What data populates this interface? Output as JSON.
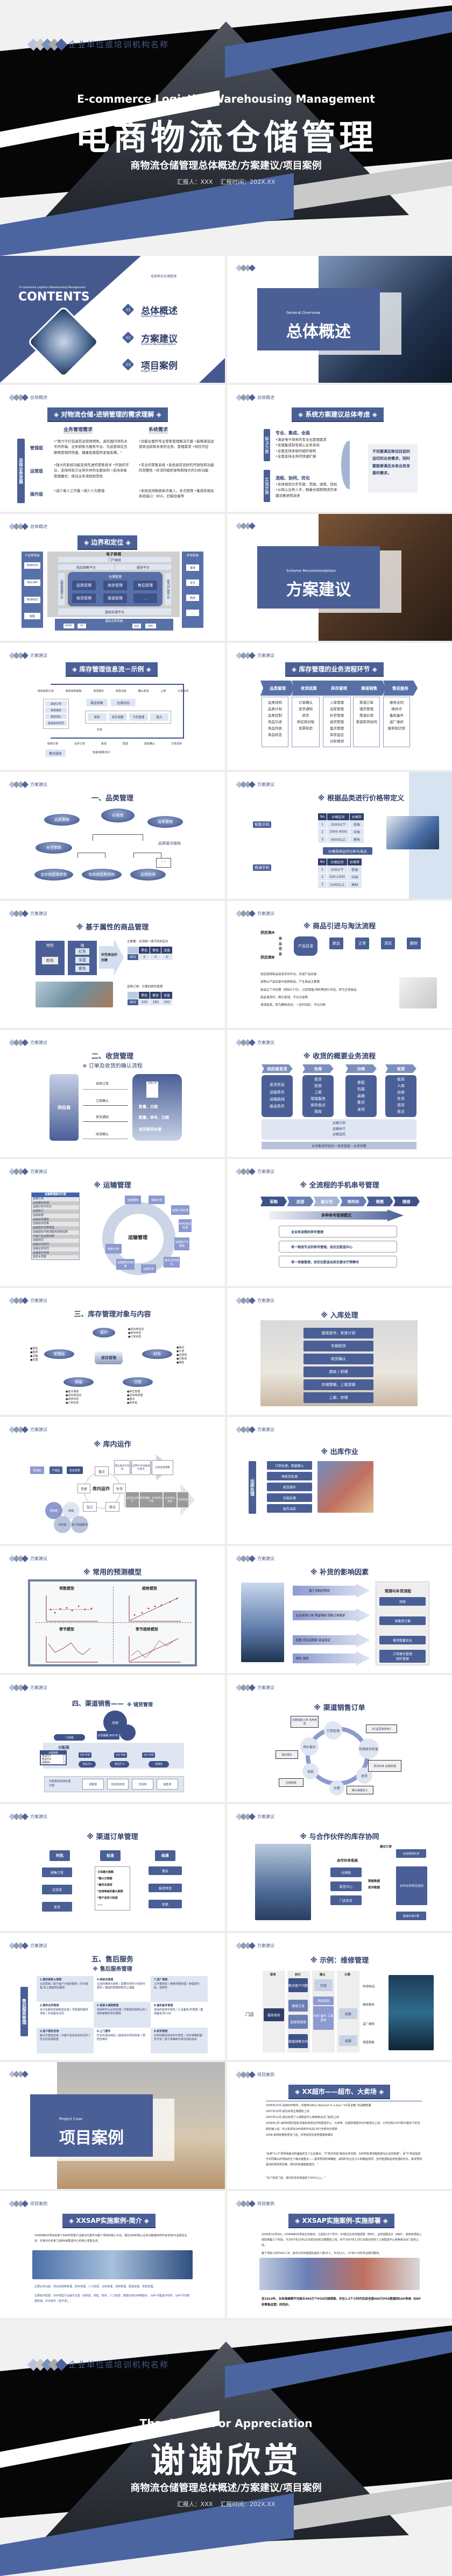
{
  "cover": {
    "org_name": "企业单位或培训机构名称",
    "title_en": "E-commerce Logistics Warehousing Management",
    "title_zh": "电商物流仓储管理",
    "subtitle": "商物流仓储管理总体概述/方案建议/项目案例",
    "reporter": "汇报人：XXX",
    "report_time": "汇报时间：202X.XX"
  },
  "colors": {
    "accent": "#4a65a0",
    "dark": "#2f3f6a",
    "light": "#dfe6f2"
  },
  "contents": {
    "en": "E-commerce Logistics Warehousing Management",
    "title": "CONTENTS",
    "tag": "电商物流仓储管理",
    "items": [
      {
        "num": "01",
        "zh": "总体概述",
        "en": "General Overview"
      },
      {
        "num": "02",
        "zh": "方案建议",
        "en": "Scheme Recommendation"
      },
      {
        "num": "03",
        "zh": "项目案例",
        "en": "Project Case"
      }
    ]
  },
  "section1": {
    "en": "General Overview",
    "zh": "总体概述"
  },
  "section2": {
    "en": "Scheme Recommendation",
    "zh": "方案建议"
  },
  "section3": {
    "en": "Project Case",
    "zh": "项目案例"
  },
  "hdr": {
    "s1": "总体概述",
    "s2": "方案建议",
    "s3": "项目案例"
  },
  "needs": {
    "banner": "◈ 对物流仓储-进销管理的需求理解 ◈",
    "col1": "业务管理需求",
    "col2": "系统需求",
    "side": "总体业务发展",
    "rows": [
      {
        "layer": "管理层",
        "biz": "•\"致力于打造具有运营商特色、具有国内领先水平的终端、业务销售与服务平台，为运营商在互联网营销的快速、健康发展提供坚强支撑。\"",
        "sys": "•功能全面的专业零售管理解决方案 •能够满足运营商当前和未来的业务、管理需求 •风险可控"
      },
      {
        "layer": "运营层",
        "biz": "•强大的系统功能支持先进的零售技术 •开放的平台，支持同各方业务伙伴的全面协同 •支持多级管理模式，保证业务流程规范性",
        "sys": "•专业的零售系统 •系统具有良好的开放性和功能的完整性 •灵活的组织架构和强大的分析功能"
      },
      {
        "layer": "操作层",
        "biz": "•减少录入工作量 •减少人为差错",
        "sys": "•系统支持数据单点录入，多点使用 •集成各相关系统接口：BSS、扫描设备等"
      }
    ]
  },
  "consider": {
    "banner": "◈ 系统方案建议总体考虑 ◈",
    "solution_label": "解决方案",
    "solution_head": "专业、集成、全面",
    "solution_items": [
      "•满足电子商务的专业化管理需求",
      "•无缝集成现有核心业务系统",
      "•全面支持多级的组织架构",
      "•全面支持业务的快速扩展"
    ],
    "steps_label": "实施步骤",
    "steps_head": "流程、协同、优化",
    "steps_items": [
      "•总体规划分步实施：范围、进度、目标",
      "•从核心业务入手，随着仓储和物流实体建设推进而演进"
    ],
    "note": "不但要满足移动目前的迫切的业务需求，同时要能够满足未来业务发展的需求。"
  },
  "boundary": {
    "banner": "◈ 边界和定位 ◈",
    "it_title": "IT支撑系统",
    "it_items": [
      "NGBOSS",
      "NGCRM",
      "NGBASS",
      "客服"
    ],
    "ext_title": "外部系统",
    "ext_items": [
      "渠道",
      "支付",
      "物流",
      "…"
    ],
    "mall": "电子商城",
    "portal": "门户展现",
    "sales_platform": "商品销售平台",
    "service_platform": "服务平台",
    "ops_platform": "运营管理平台",
    "open_platform": "能力开放平台",
    "warehouse": "仓储管理",
    "modules": [
      "品类管理",
      "库存管理",
      "售后管理",
      "收货管理",
      "渠道管理",
      "…"
    ],
    "base_platform": "基础支撑平台",
    "base_system": "基础支撑系统",
    "base_items": [
      "BOMC",
      "4A",
      "短信",
      "邮件"
    ]
  },
  "infoflow": {
    "banner": "◈ 库存管理信息流－示例 ◈",
    "top_nodes": [
      "收到采购订单",
      "收到采购通知",
      "收货报价",
      "到货点收",
      "确认收货",
      "上架",
      "订单关闭"
    ],
    "mid_boxes": [
      "渠道销售",
      "仓储动态"
    ],
    "ops": [
      "移库",
      "库存调整",
      "子库管理",
      "盘点"
    ],
    "left_boxes": [
      "渠道订单",
      "渠道铺货",
      "渠道调价",
      "渠道库存协同"
    ],
    "bottom_nodes": [
      "收到订单",
      "合并订单",
      "拣货",
      "配送",
      "签收确认",
      "订单关闭"
    ],
    "extra": [
      "补货",
      "包装/组装/加工"
    ],
    "after_sale": "售后服务"
  },
  "bizflow": {
    "banner": "◈ 库存管理的业务流程环节 ◈",
    "stages": [
      {
        "name": "品类管理",
        "items": [
          "品类结构",
          "品类计划",
          "品类控制",
          "商品引进",
          "商品列表",
          "商品状态"
        ]
      },
      {
        "name": "收货结算",
        "items": [
          "订单确认",
          "发货通知",
          "收货",
          "供应商对账",
          "发票校验"
        ]
      },
      {
        "name": "库存管理",
        "items": [
          "入库管理",
          "出库管理",
          "补货管理",
          "退货管理",
          "盘点管理",
          "库存监控",
          "分析预测"
        ]
      },
      {
        "name": "渠道销售",
        "items": [
          "渠道订单",
          "铺货管理",
          "渠道价保",
          "渠道库存协同"
        ]
      },
      {
        "name": "售后服务",
        "items": [
          "服务合同",
          "维修点",
          "备机备件",
          "返厂维修",
          "服务知识库"
        ]
      }
    ]
  },
  "category": {
    "title": "一、品类管理",
    "nodes": [
      "价格带",
      "品类策略",
      "竞争策略",
      "补货参数",
      "定价和促销参数",
      "有效商品数限制",
      "品类权限"
    ],
    "label": "品类层次结构"
  },
  "priceband": {
    "title": "※ 根据品类进行价格带定义",
    "smart": "智能手机",
    "normal": "普通手机",
    "middle": "价格带商品的分析与淘汰",
    "headers": [
      "No",
      "价格区间",
      "价格带"
    ],
    "smart_rows": [
      [
        "1",
        "3000以下",
        "低端"
      ],
      [
        "2",
        "3000-4000",
        "中档"
      ],
      [
        "3",
        "4000以上",
        "高档"
      ]
    ],
    "normal_rows": [
      [
        "1",
        "200以下",
        "低端"
      ],
      [
        "2",
        "200-1000",
        "中档"
      ],
      [
        "3",
        "1000以上",
        "高档"
      ]
    ]
  },
  "attr": {
    "title": "※ 基于属性的商品管理",
    "attr_head": "特性",
    "val_head": "值",
    "attr": "颜色",
    "vals": [
      "红色",
      "深蓝",
      "紫色"
    ],
    "arrow": "共性商品的创建",
    "master_label": "主数据：支持统一或不同的定价",
    "order_label": "采购订单：方便的颜色管理",
    "cols": [
      "黑色",
      "紫色",
      "深蓝"
    ],
    "sku": "N91",
    "master_vals": [
      "X",
      "X",
      "X"
    ],
    "order_vals": [
      "200",
      "180",
      "300"
    ]
  },
  "intro": {
    "title": "※ 商品引进与淘汰流程",
    "supA": "供应商A",
    "supB": "供应商B",
    "vert": "商品信息",
    "stages": [
      {
        "n": "1",
        "l": "产品目录"
      },
      {
        "n": "2",
        "l": "新品"
      },
      {
        "n": "3",
        "l": "正常"
      },
      {
        "n": "4",
        "l": "清货"
      },
      {
        "n": "5",
        "l": "删除"
      }
    ],
    "bullets": [
      "供应商将新品信息传到平台，形成产品目录",
      "采购从产品目录中选择商品，产生商品主数据",
      "新品过了评估期（例如3个月），对其销售/净利等进行评估，转为正常商品",
      "商品清货时，降价促销，不允许采购",
      "清货结束，转为删除状态；一定时间后，可以归档"
    ]
  },
  "receive": {
    "title": "二、收货管理",
    "subtitle": "※ 订单及收货的确认流程",
    "supplier": "供应商",
    "flows": [
      "采购订单",
      "订单确认",
      "发货通知",
      "收货确认"
    ],
    "doc": "采购订单",
    "details": [
      "数量，日期",
      "数量，串号，日期",
      "收货差异处理"
    ]
  },
  "recflow": {
    "title": "※ 收货的概要业务流程",
    "stages": [
      {
        "name": "供应商发货",
        "items": [
          "发货信息",
          "运输条件",
          "运输路线",
          "装运条件"
        ]
      },
      {
        "name": "仓库",
        "items": [
          "收货",
          "验收",
          "上架",
          "增值服务",
          "库存盘点",
          "倒库"
        ]
      },
      {
        "name": "分库",
        "items": [
          "拣配",
          "包装",
          "装箱",
          "集货",
          "发货"
        ]
      },
      {
        "name": "收货",
        "items": [
          "收货",
          "入库",
          "出库",
          "补货",
          "退货",
          "盘点"
        ]
      }
    ],
    "transport": [
      "运输计划",
      "运输执行",
      "运输监控"
    ],
    "footer": "业务集成和协同－商务智能－业务预警"
  },
  "transport": {
    "title": "※ 运输管理",
    "list_head": "运输管理解决方案",
    "list": [
      "运输计划",
      "运输路线管理",
      "运输计划与优化",
      "运输执行",
      "运输单据",
      "运输状态跟踪",
      "运输成本结算",
      "运输成本估算模型",
      "运输招标与物流服务费用成算",
      "与客户的运费结算",
      "运输协同",
      "运输计划协同",
      "运输业务协同",
      "运输事件管理",
      "监控＆预警"
    ],
    "center": "运输管理",
    "ring": [
      "运输通知",
      "运输计划",
      "运输计划处理",
      "WMS拣运处理",
      "运输执行与跟踪",
      "海关/对外报关",
      "运输成本",
      "运输服务商结算",
      "报表/分析"
    ]
  },
  "serial": {
    "title": "※ 全流程的手机串号管理",
    "chain": [
      "采购",
      "总部",
      "省公司",
      "地市办",
      "销售",
      "维修"
    ],
    "arrow": "多种串号管理模式",
    "modes": [
      "全业务流程的串号管理",
      "单一物流节点的串号管理，如仅在配送中心",
      "单一单据管理，如仅在配送出库及营业厅销售时"
    ]
  },
  "inventory": {
    "title": "三、库存管理对象与内容",
    "center": "库存管理",
    "nodes": [
      {
        "name": "客户",
        "items": [
          "●进出库信息",
          "●库存状态",
          "●订单状态"
        ]
      },
      {
        "name": "管理层",
        "items": [
          "●管控",
          "●报表",
          "●决策",
          "●发展"
        ]
      },
      {
        "name": "财务",
        "items": [
          "●盘点",
          "●计费",
          "●应收单",
          "●付款单",
          "●帐龄"
        ]
      },
      {
        "name": "客服",
        "items": [
          "●指令接收",
          "●进出库信息",
          "●库存状态",
          "●订单状态"
        ]
      },
      {
        "name": "仓管",
        "items": [
          "●库位管理",
          "●进出库管理",
          "●盘点",
          "●条形码"
        ]
      }
    ]
  },
  "inbound": {
    "title": "※ 入库处理",
    "steps": [
      "接收指令，安排计划",
      "车辆到货",
      "收货确认",
      "越库 / 转储",
      "存储策略，上架逻辑",
      "上架，存储"
    ]
  },
  "inops": {
    "title": "※ 库内运作",
    "chain": [
      "原消耗",
      "产成品",
      "信息变更"
    ],
    "center": "库内运作",
    "ring": [
      "盘点",
      "补货",
      "移仓",
      "加工",
      "变更"
    ],
    "arrow1": [
      "建立盘点计划表",
      "应用RFID设备进行盘点",
      "信息反馈调整"
    ],
    "arrow2": [
      "设定安全库存",
      "库存报警，补货/移仓计划",
      "补货/移仓操作",
      "信息反馈"
    ],
    "circles": [
      "预装配",
      "组装",
      "改包装",
      "其它增值服务"
    ]
  },
  "outbound": {
    "title": "※ 出库作业",
    "side": "出库处理",
    "steps": [
      "订单处理，数据输入",
      "预拣货处理",
      "拣货操作",
      "包装处理",
      "装车出库"
    ]
  },
  "forecast": {
    "title": "※ 常用的预测模型",
    "models": [
      "常数模型",
      "趋势模型",
      "季节模型",
      "季节趋势模型"
    ],
    "ylabel": "消耗量",
    "xlabel": "时间"
  },
  "replenish": {
    "title": "※ 补货的影响因素",
    "arrows": [
      "基于消耗的预测",
      "在途采购订单  预留限制  销售订单需求",
      "取整      供应商限制      资金锁定",
      "例外                     审批"
    ],
    "flow_title": "预测与补货流程",
    "flow": [
      "预测",
      "净需求计算",
      "需求数量优化",
      "订单建议管理",
      "例外管理"
    ]
  },
  "channel": {
    "title": "四、渠道销售——",
    "subtitle": "※ 铺货管理",
    "hq": "总部",
    "plan": "计划铺量 600 PC",
    "store_group": "门店组",
    "table": "分配表",
    "rule_head": "分配规则",
    "rules": [
      [
        "营业厅A",
        "2"
      ],
      [
        "营业厅B",
        "1"
      ],
      [
        "经销商C",
        "3"
      ]
    ],
    "alloc": [
      "200 手机",
      "100 手机",
      "300 手机"
    ],
    "targets": [
      "营业厅A",
      "营业厅 B",
      "经销商"
    ],
    "doc_label": "分配表的后续处理文档",
    "docs": [
      "调拨单",
      "供应商定单",
      "交货单",
      "销售单"
    ]
  },
  "salesorder": {
    "title": "※ 渠道销售订单",
    "ring": [
      "订单处理",
      "可用库存检查",
      "发货",
      "开票",
      "收款",
      "询价报价"
    ],
    "callouts": [
      "创建销售订单 信用检查",
      "DC是否有库存?",
      "发货出库 运输管理",
      "确认销售收入",
      "应收账款",
      "询价报价"
    ]
  },
  "ordermgmt": {
    "title": "※ 渠道订单管理",
    "heads": [
      "时机",
      "标准",
      "结果"
    ],
    "timing": [
      "销售订单",
      "交货单",
      "发货"
    ],
    "criteria": [
      "订单最大限额",
      "*最大欠款额",
      "*最早未清项",
      "*信用等级的最大期限",
      "*客户自定义检查",
      "……"
    ],
    "results": [
      "警告",
      "报请审批",
      "拒绝"
    ]
  },
  "partner": {
    "title": "※ 与合作伙伴的库存协同",
    "sys": "合作伙伴系统",
    "nodes": [
      "分销商",
      "配送中心",
      "门店库存"
    ],
    "data": [
      "销售数据",
      "库存数据"
    ],
    "center": "合作伙伴库存协同",
    "top": "自动预测补货",
    "top_label": "建议订单",
    "bottom": "渠道价保计算"
  },
  "aftersale": {
    "title": "五、售后服务",
    "subtitle": "※ 售后服务管理",
    "side": "售后服务管理",
    "cells": [
      {
        "h": "1.服务销售＆营销",
        "b": "主动营销 / 基于客户价值的服务 / 交叉销售/向上销售附加服务"
      },
      {
        "h": "4.维修点管理",
        "b": "主动的维修点更新 / 需要对附件计划的可视性 / 基础的数据获取向上销售"
      },
      {
        "h": "7.返厂维修",
        "b": "工作量规划 / 维修周期管理 / 管理替代机、送修机"
      },
      {
        "h": "2.服务合同管理",
        "b": "多元化服务的销售和处理 / 可配置的服务项目 / 外包服务合同"
      },
      {
        "h": "5.保修＆索赔管理",
        "b": "将保修作为业务管理 / 可配置的保修业务 / 保修索赔的实时跟踪"
      },
      {
        "h": "8.备机备件管理",
        "b": "增强的需求可视性 / 汇总备机/件数据 / 集成备机/件计划"
      },
      {
        "h": "3.客户服务支持",
        "b": "解决方案知识库 / 对客户信息的实时访问 / 优化的资源配置"
      },
      {
        "h": "6.上门服务",
        "b": "优化的调派响应 / 提高技术员的效率 / 预防性维护"
      },
      {
        "h": "9.财务管理",
        "b": "对实时服务成本的可视性 / 及时准确的服务开票 / 基于准确和可靠活动的成本"
      }
    ]
  },
  "repair": {
    "title": "※ 示例：维修管理",
    "cols": [
      "联系",
      "执行",
      "确认",
      "计费"
    ],
    "store": "门店",
    "reception": "服务接待",
    "boxes": [
      "解决客户问题",
      "完成",
      "维修工单",
      "送修受理单",
      "所用资源",
      "时间 备件 工具 差旅",
      "结算",
      "增值销售合同",
      "结算"
    ],
    "rows": [
      "热线电话",
      "维修服务",
      "返厂维修",
      "增值销售"
    ]
  },
  "case1": {
    "banner": "◈ XX超市——超市、大卖场 ◈",
    "bullets": [
      "2006年10月-采用SAP软件，实施WinBox (Wumart in a box) \"XX百宝箱\" 的战略部署",
      "2007年10月-成功实现主数据的上线",
      "2007年12月-成功实现了三家配送中心和两家试点门店的上线",
      "2008年1月-由ERP顾问团队实施的系统在所有配送中心、大卖场、社超和便超共500家成功上线，公司代码C007即XX股份下的全部店铺上线，可以实现在SAP系统中出具C007全部对外报表",
      "2008-系统拓展到更多门店，并增加供应商管理等新模块"
    ],
    "quote1": "\"采用\"3+5\"原则来解决所面临的五个企业痛点。\"3\"表示的是\"最佳业务实践、SAP的标准流程和成功企业的愿望\"；而\"5\"则是指双方共同确认的项目的五个痛点或重点——需求预测的准确度、采购的专业化分工和精益协同、空间管理和品类管理的优化、需求预测驱动的高效供应链、简约的店铺销售模式。\"",
    "quote2": "\"在个别的门店，我们的毛利率提高了40%以上。\""
  },
  "case2": {
    "banner": "◈ XXSAP实施案例-简介 ◈",
    "intro": "XXWINBOX项目采用了SAP的零售行业解决方案作为整个项目的核心平台。通过SAP的核心业务功能模块构件来支持XX总部及北京、天津200多家门店和6家配送中心的核心零售业务。",
    "b1": "主要业务功能：供应商结算管理、财务管理、人力资源、仓库管理、采购管理、配送管理、零售管理。",
    "b2": "主要软件配置：SAP零售行业解决方案（含物流、零售、财务、人力资源、数据仓库DW等模块）、SAP PI集成中间件、SAP POS数据管理、POS软件（自开发）。"
  },
  "case3": {
    "banner": "◈ XXSAP实施案例-实施部署 ◈",
    "b1": "2006年10月8日，XXWINBOX项目正式启动。之后的13个月中，XX经过业务流程调查（BPR）、业务蓝图设计（BBP）、系统实现和上线前准备几个阶段，于2007年10月22日成功实现主数据的上线，并于2007年12月1日成功实现了三家配送中心和两家试点门店的上线。",
    "b2": "整个项目工时5500人天，其中公司实施团队最多人数15人，平均12人，2738人天的专业顾问服务。",
    "footer": "至2010年，业务高峰期平均每天400万个POS扫描销售，并在1-2个小时内完成全国400万POS数据到SAP系统（ERP和零售运营）的同步。"
  },
  "thanks": {
    "org_name": "企业单位或培训机构名称",
    "title_en": "Thank Your For Appreciation",
    "title_zh": "谢谢欣赏",
    "subtitle": "商物流仓储管理总体概述/方案建议/项目案例",
    "reporter": "汇报人：XXX",
    "report_time": "汇报时间：202X.XX"
  }
}
